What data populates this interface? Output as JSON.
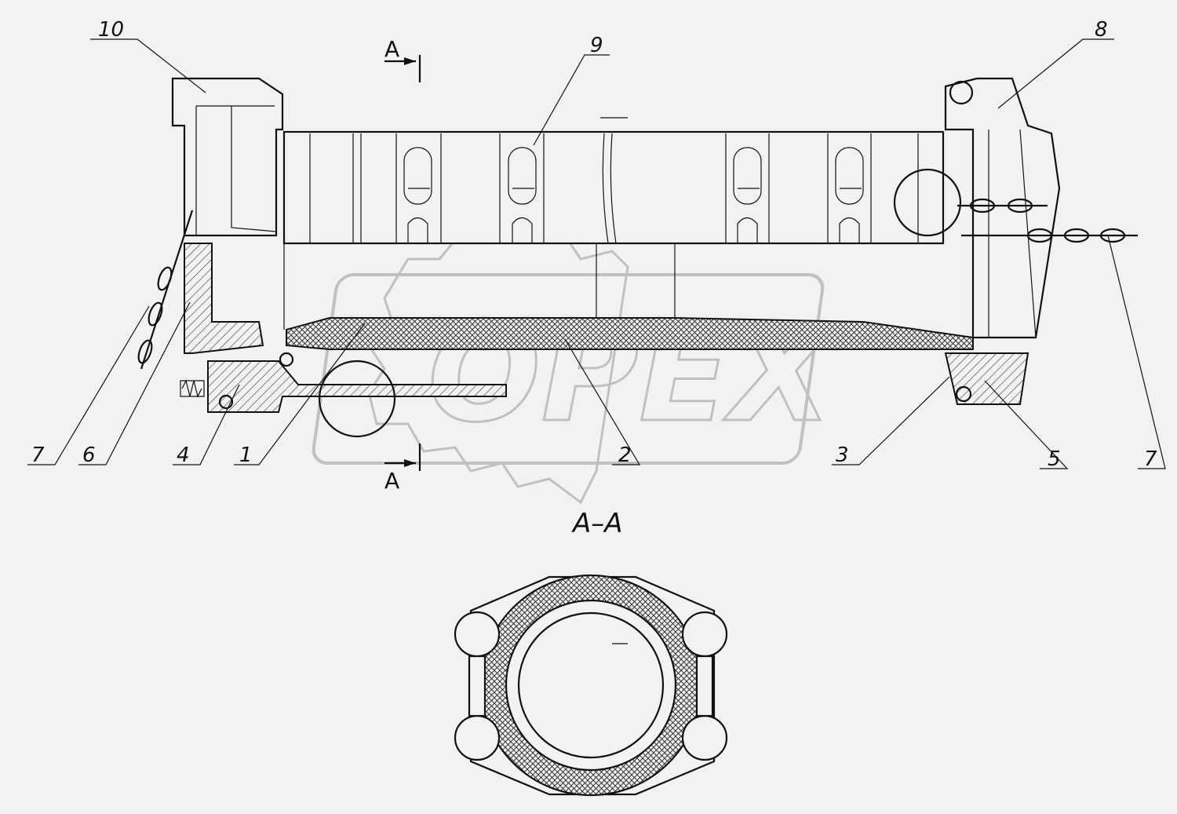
{
  "watermark": {
    "text": "OPEX",
    "color": "#9a9a9a"
  },
  "section_title": "A–A",
  "section_marker": {
    "letter": "A"
  },
  "callouts": {
    "c10": "10",
    "c9": "9",
    "c8": "8",
    "c7a": "7",
    "c6": "6",
    "c4": "4",
    "c1": "1",
    "c2": "2",
    "c3": "3",
    "c5": "5",
    "c7b": "7"
  },
  "colors": {
    "line": "#111111",
    "hatch": "#333333",
    "background": "#f2f2f2"
  }
}
